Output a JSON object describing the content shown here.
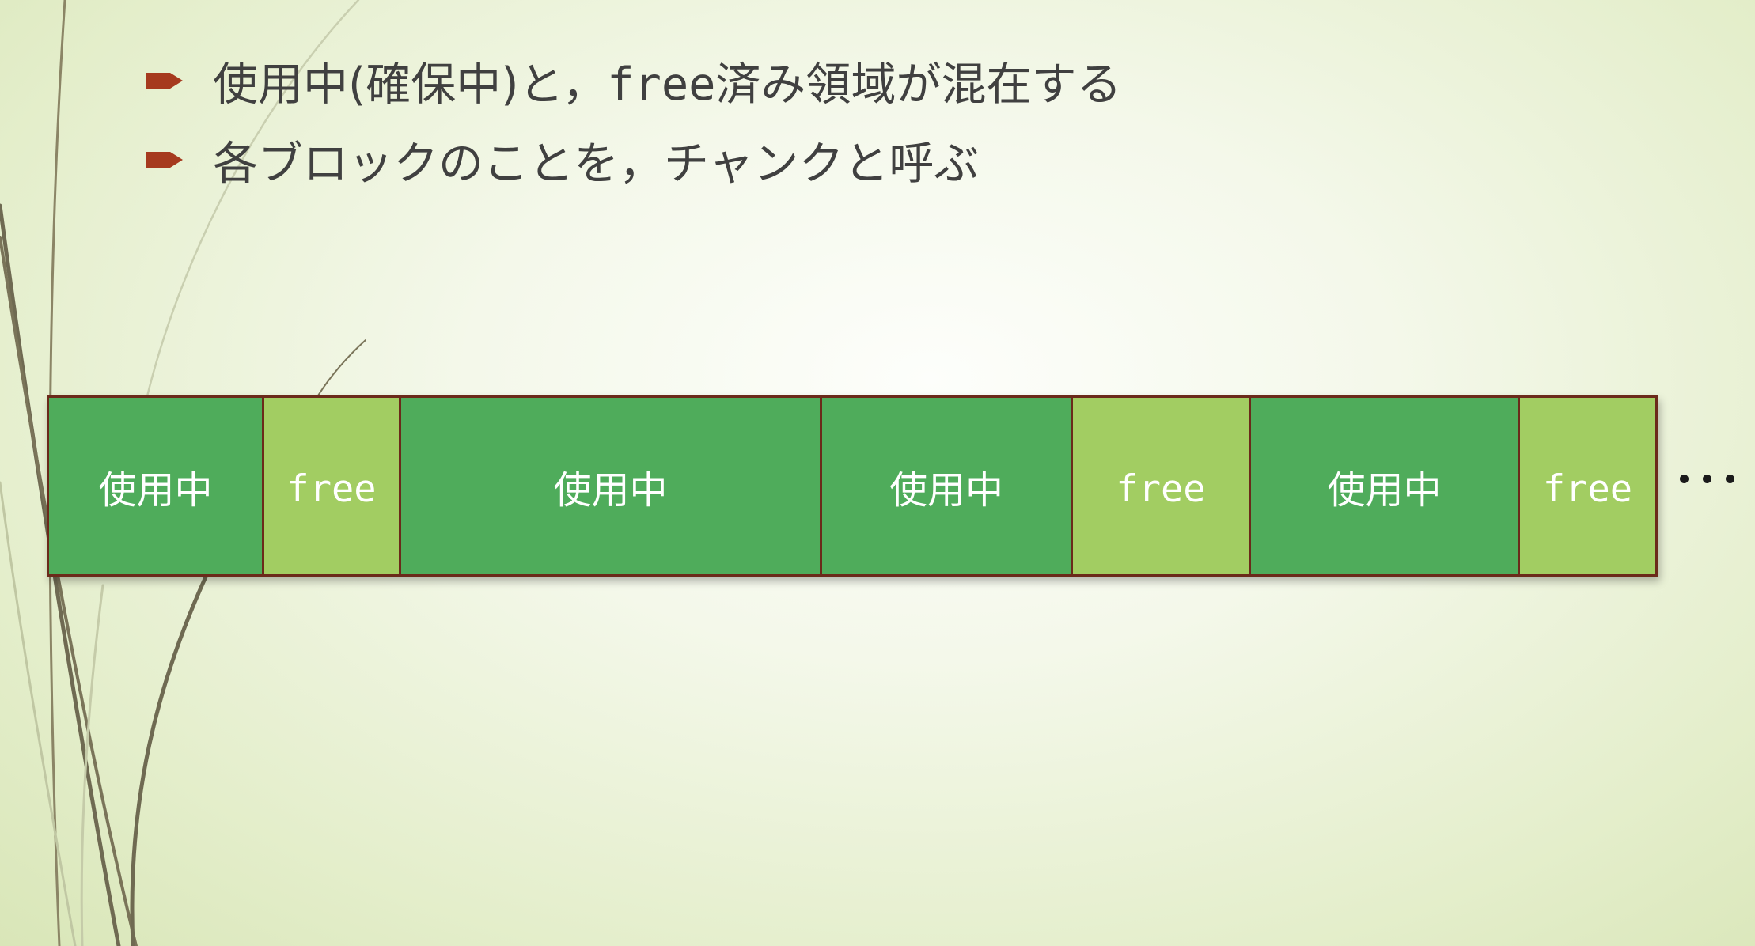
{
  "slide": {
    "bullets": [
      {
        "before": "使用中(確保中)と，",
        "code": "free",
        "after": "済み領域が混在する"
      },
      {
        "text": "各ブロックのことを，チャンクと呼ぶ"
      }
    ],
    "chunks": [
      {
        "label": "使用中",
        "kind": "used"
      },
      {
        "label": "free",
        "kind": "free"
      },
      {
        "label": "使用中",
        "kind": "used"
      },
      {
        "label": "使用中",
        "kind": "used"
      },
      {
        "label": "free",
        "kind": "free"
      },
      {
        "label": "使用中",
        "kind": "used"
      },
      {
        "label": "free",
        "kind": "free"
      }
    ]
  },
  "colors": {
    "used_chunk": "#4fac5b",
    "free_chunk": "#a2cd62",
    "chunk_border": "#6b2a1a",
    "bullet_marker": "#a63a1e",
    "text": "#404040"
  },
  "icons": {
    "bullet": "arrow-bullet-icon",
    "continuation": "ellipsis-icon"
  }
}
